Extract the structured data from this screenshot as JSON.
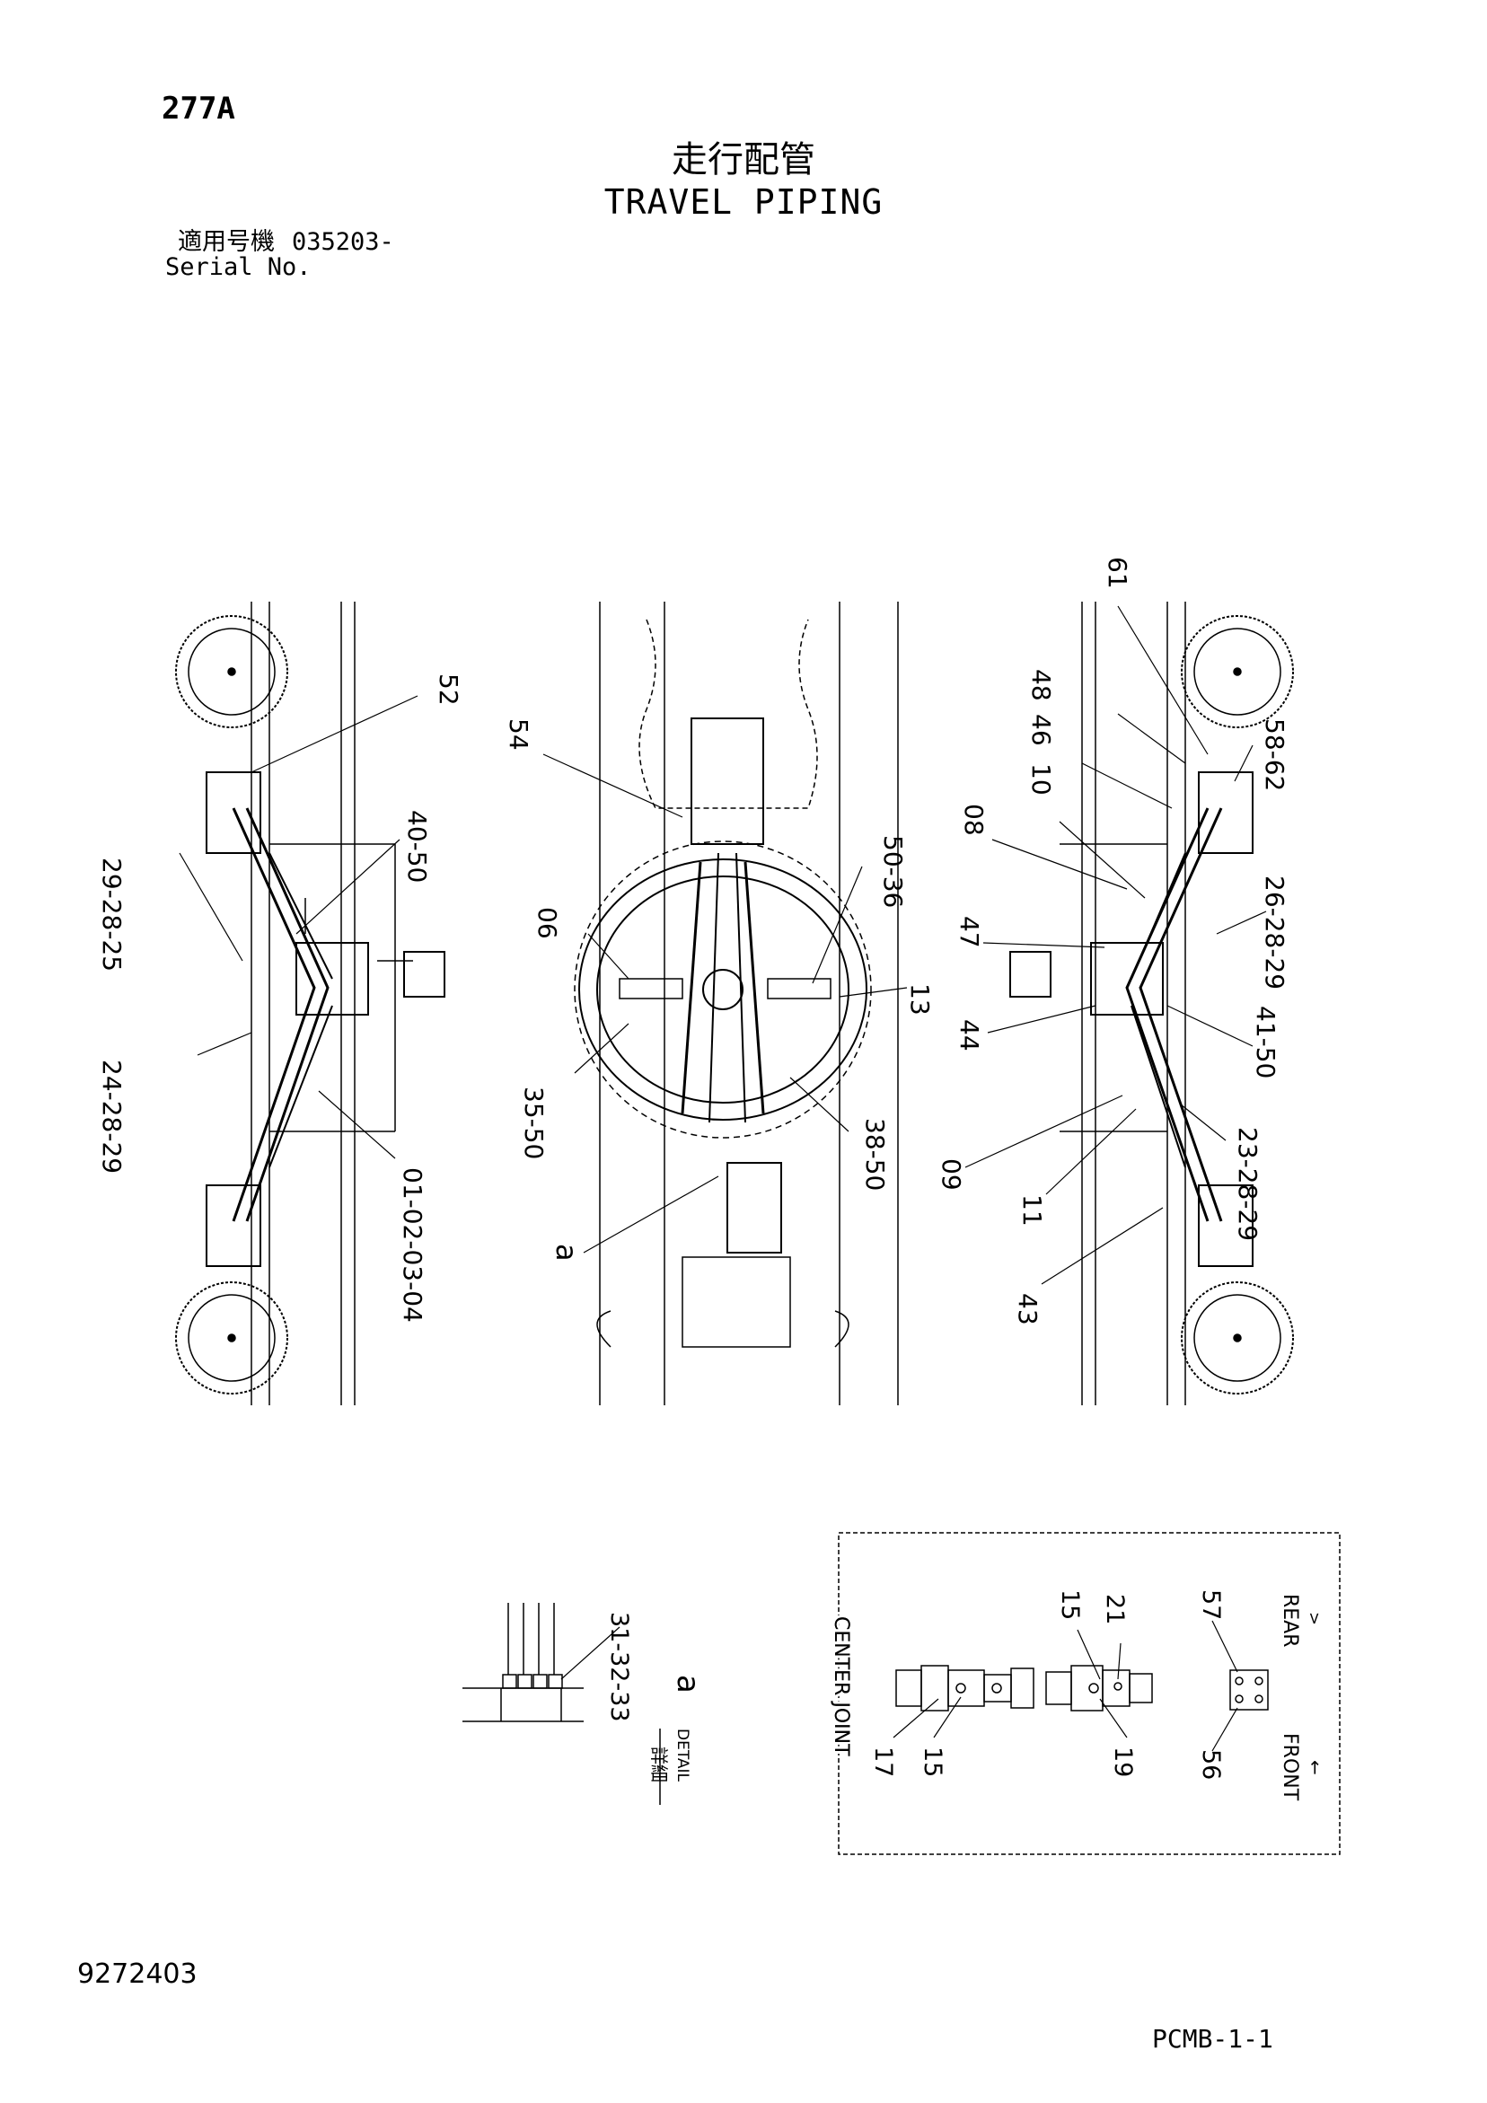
{
  "header": {
    "page_code": "277A",
    "title_jp": "走行配管",
    "title_en": "TRAVEL PIPING",
    "serial_label_jp": "適用号機",
    "serial_label_en": "Serial No.",
    "serial_number": "035203-"
  },
  "footer": {
    "document_number": "9272403",
    "sheet_code": "PCMB-1-1"
  },
  "left_view_labels": {
    "l52": "52",
    "l40_50": "40-50",
    "l29_28_25": "29-28-25",
    "l24_28_29": "24-28-29",
    "l01_04": "01-02-03-04"
  },
  "center_view_labels": {
    "l54": "54",
    "l06": "06",
    "l50_36": "50-36",
    "l13": "13",
    "l35_50": "35-50",
    "l38_50": "38-50",
    "la": "a"
  },
  "right_view_labels": {
    "l61": "61",
    "l48": "48",
    "l46": "46",
    "l10": "10",
    "l08": "08",
    "l58_62": "58-62",
    "l26_28_29": "26-28-29",
    "l47": "47",
    "l44": "44",
    "l41_50": "41-50",
    "l23_28_29": "23-28-29",
    "l09": "09",
    "l11": "11",
    "l43": "43"
  },
  "detail": {
    "l31_33": "31-32-33",
    "label_jp": "詳細",
    "label_en": "DETAIL",
    "letter": "a"
  },
  "center_joint": {
    "title": "CENTER JOINT",
    "l17": "17",
    "l15a": "15",
    "l15b": "15",
    "l21": "21",
    "l19": "19",
    "l57": "57",
    "l56": "56",
    "rear": "REAR",
    "front": "FRONT"
  }
}
